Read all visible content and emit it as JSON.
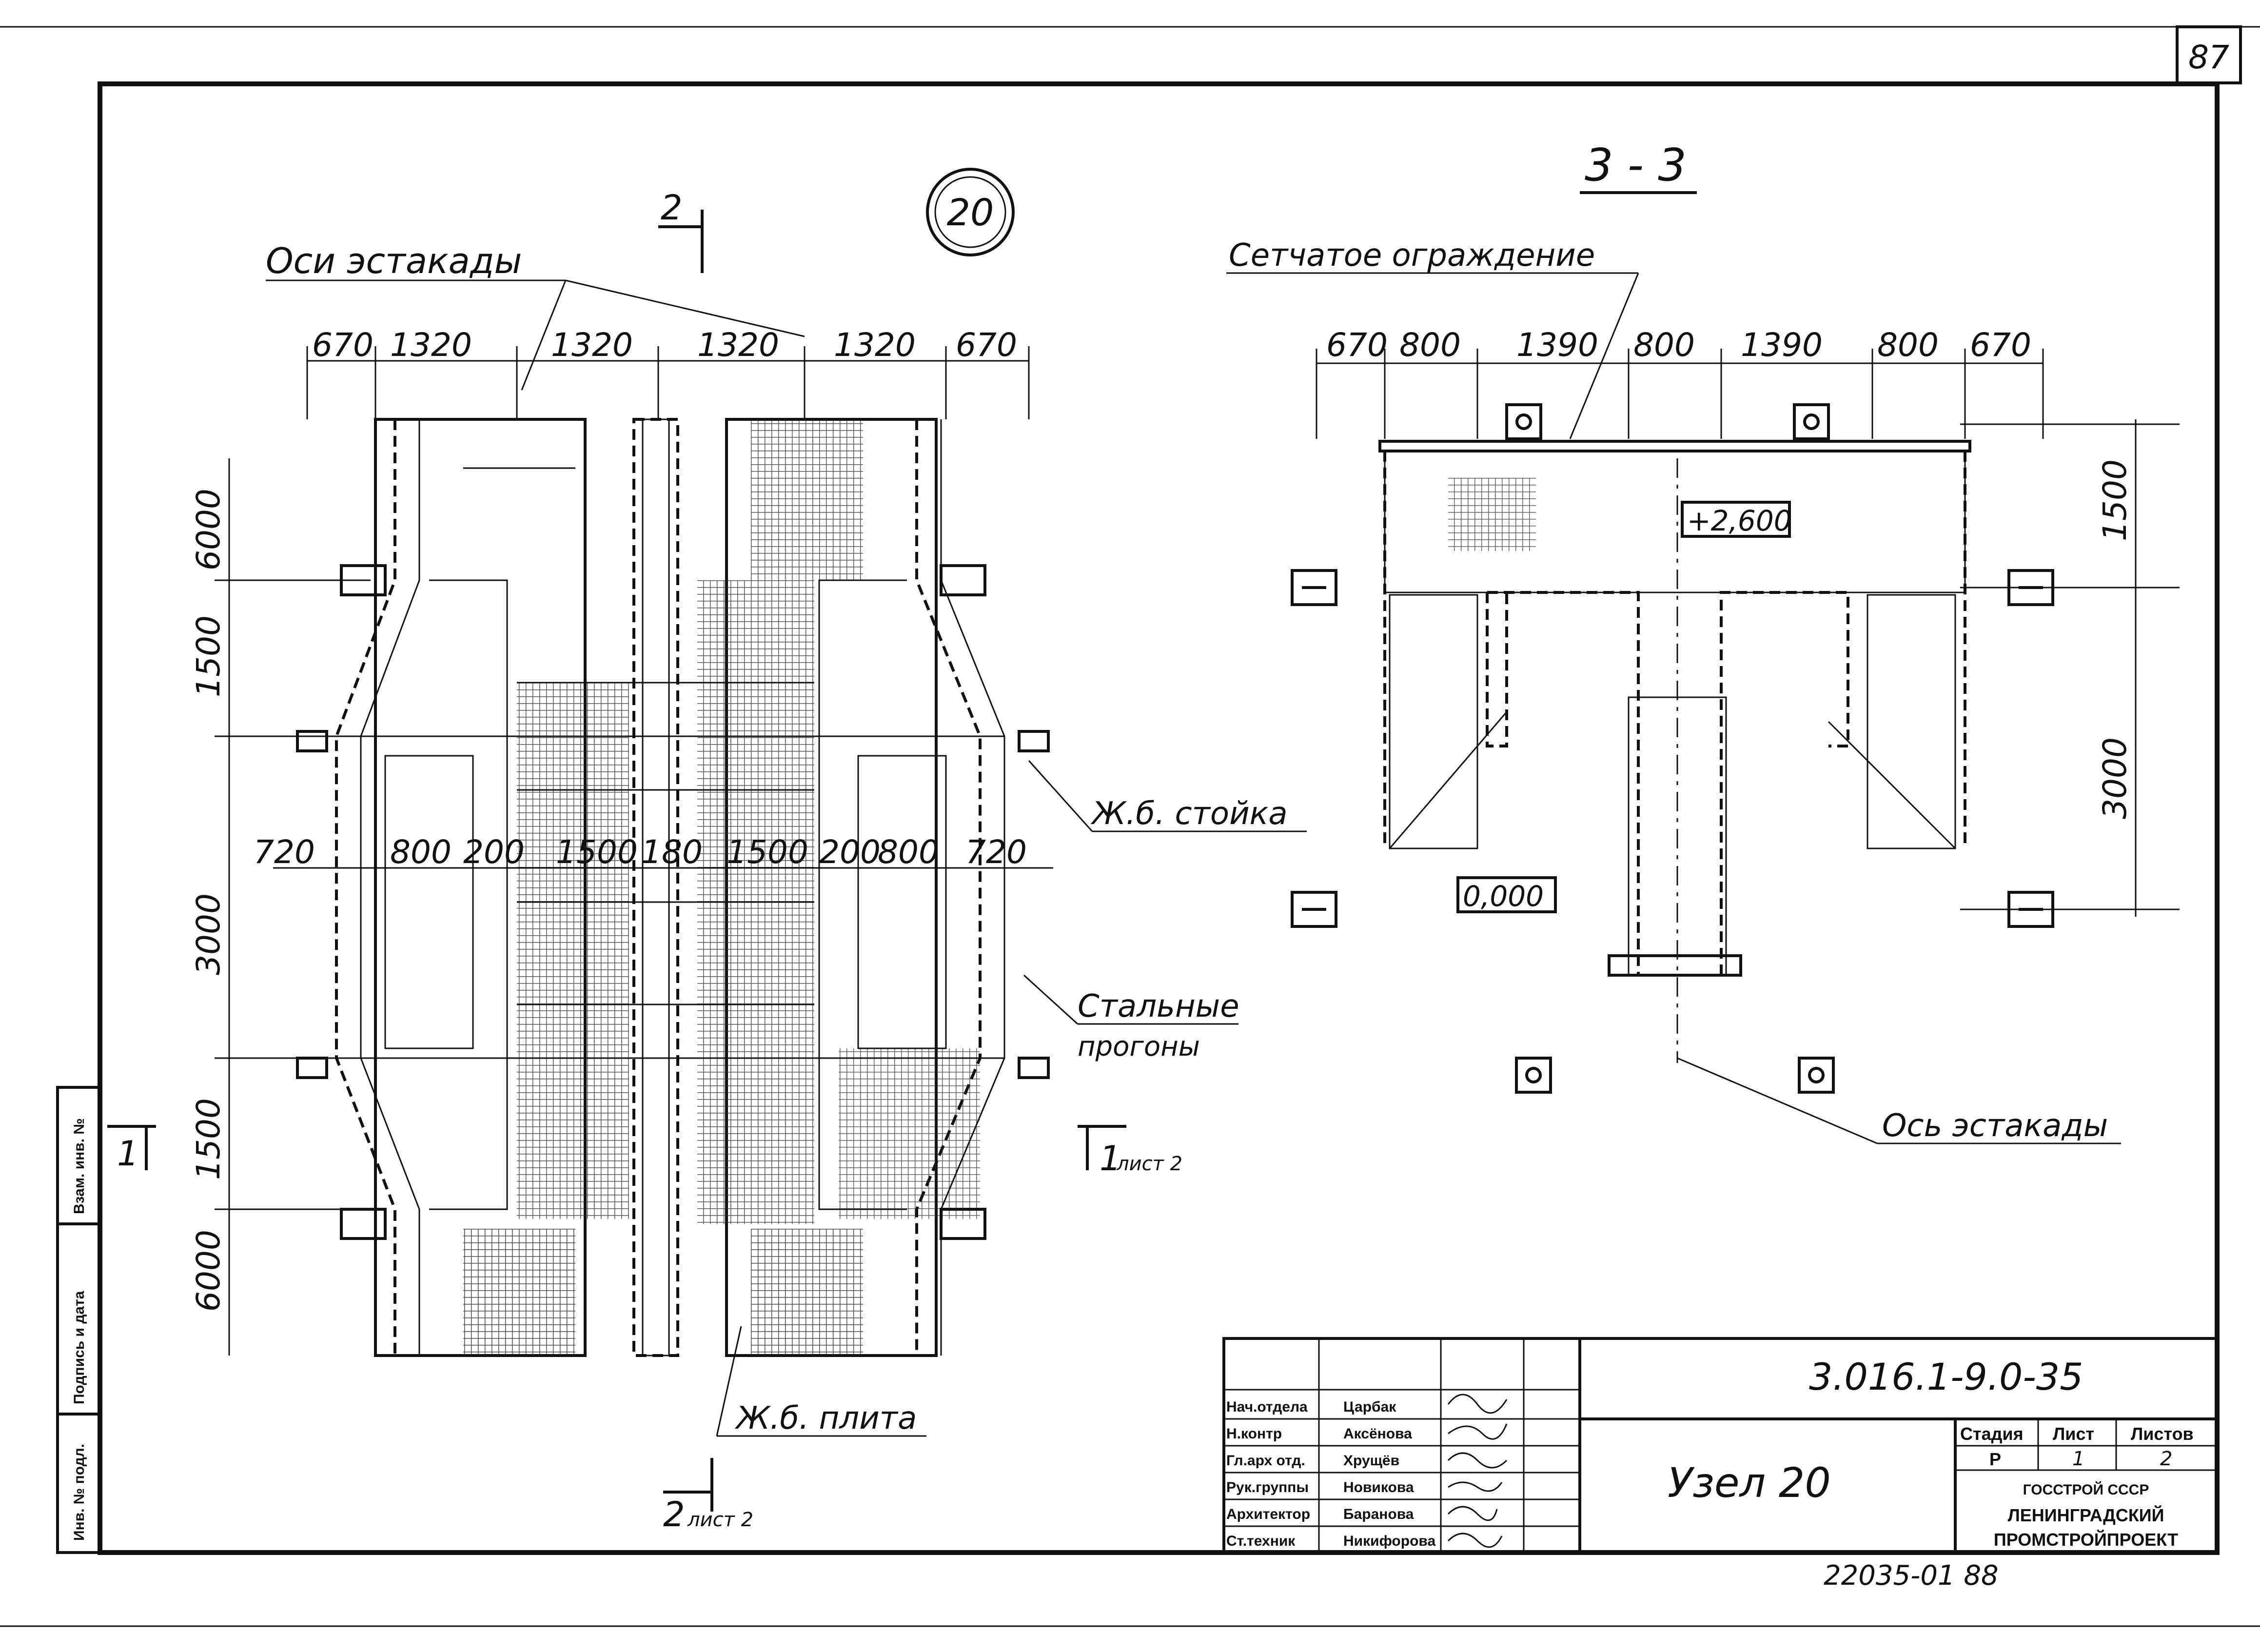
{
  "sheet": {
    "page_number": "87",
    "footer_code": "22035-01  88"
  },
  "plan": {
    "node_marker": "20",
    "section_mark_top": "2",
    "section_mark_bottom": "2",
    "section_mark_bottom_sheet": "лист 2",
    "section_mark_left": "1",
    "section_mark_right": "1",
    "section_mark_right_sheet": "лист 2",
    "label_axes": "Оси эстакады",
    "label_column": "Ж.б. стойка",
    "label_purlins_1": "Стальные",
    "label_purlins_2": "прогоны",
    "label_slab": "Ж.б. плита",
    "top_dims": [
      "670",
      "1320",
      "1320",
      "1320",
      "1320",
      "670"
    ],
    "mid_dims": [
      "720",
      "800",
      "200",
      "1500",
      "180",
      "1500",
      "200",
      "800",
      "720"
    ],
    "left_dims": [
      "6000",
      "1500",
      "3000",
      "1500",
      "6000"
    ]
  },
  "section": {
    "title": "3 - 3",
    "label_fence": "Сетчатое ограждение",
    "label_axis": "Ось эстакады",
    "top_dims": [
      "670",
      "800",
      "1390",
      "800",
      "1390",
      "800",
      "670"
    ],
    "right_dims": [
      "1500",
      "3000"
    ],
    "level_upper": "+2,600",
    "level_lower": "0,000"
  },
  "title_block": {
    "doc_code": "3.016.1-9.0-35",
    "drawing_title": "Узел 20",
    "roles": [
      "Нач.отдела",
      "Н.контр",
      "Гл.арх отд.",
      "Рук.группы",
      "Архитектор",
      "Ст.техник"
    ],
    "names": [
      "Царбак",
      "Аксёнова",
      "Хрущёв",
      "Новикова",
      "Баранова",
      "Никифорова"
    ],
    "stage_header": "Стадия",
    "sheet_header": "Лист",
    "sheets_header": "Листов",
    "stage": "Р",
    "sheet": "1",
    "sheets": "2",
    "org_1": "ГОССТРОЙ СССР",
    "org_2": "ЛЕНИНГРАДСКИЙ",
    "org_3": "ПРОМСТРОЙПРОЕКТ"
  },
  "side_stamp": [
    "Инв. № подл.",
    "Подпись и дата",
    "Взам. инв. №"
  ]
}
